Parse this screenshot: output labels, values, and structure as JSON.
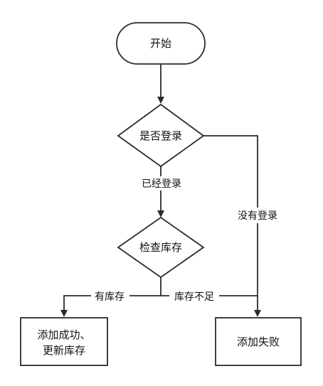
{
  "nodes": {
    "start": {
      "label": "开始",
      "shape": "terminator"
    },
    "check_login": {
      "label": "是否登录",
      "shape": "decision"
    },
    "check_stock": {
      "label": "检查库存",
      "shape": "decision"
    },
    "success": {
      "lines": [
        "添加成功、",
        "更新库存"
      ],
      "shape": "process"
    },
    "fail": {
      "label": "添加失败",
      "shape": "process"
    }
  },
  "edges": {
    "start_to_login": {
      "from": "start",
      "to": "check_login",
      "label": ""
    },
    "logged_in": {
      "from": "check_login",
      "to": "check_stock",
      "label": "已经登录"
    },
    "not_logged_in": {
      "from": "check_login",
      "to": "fail",
      "label": "没有登录"
    },
    "in_stock": {
      "from": "check_stock",
      "to": "success",
      "label": "有库存"
    },
    "out_of_stock": {
      "from": "check_stock",
      "to": "fail",
      "label": "库存不足"
    }
  },
  "colors": {
    "stroke": "#2b2b2b",
    "text": "#111111",
    "background": "#ffffff"
  }
}
